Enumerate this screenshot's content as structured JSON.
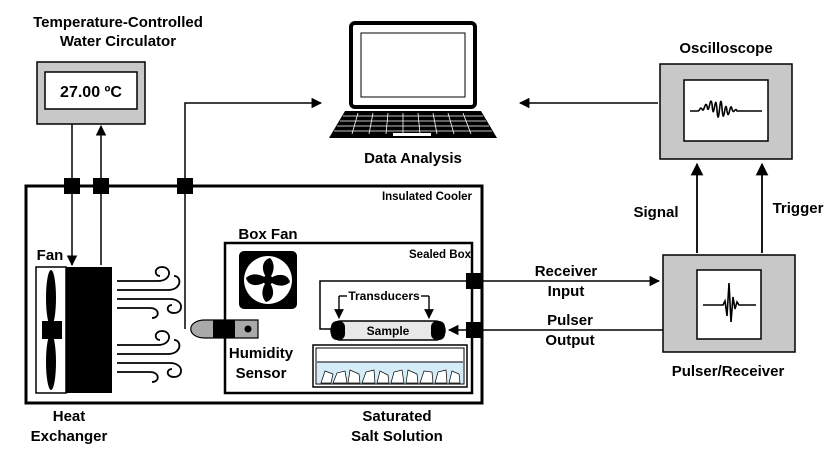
{
  "labels": {
    "circulator_title_line1": "Temperature-Controlled",
    "circulator_title_line2": "Water Circulator",
    "circulator_readout": "27.00 ºC",
    "data_analysis": "Data Analysis",
    "oscilloscope": "Oscilloscope",
    "insulated_cooler": "Insulated Cooler",
    "fan": "Fan",
    "box_fan": "Box Fan",
    "sealed_box": "Sealed Box",
    "transducers": "Transducers",
    "sample": "Sample",
    "humidity_sensor_line1": "Humidity",
    "humidity_sensor_line2": "Sensor",
    "heat_exchanger_line1": "Heat",
    "heat_exchanger_line2": "Exchanger",
    "saturated_salt_line1": "Saturated",
    "saturated_salt_line2": "Salt Solution",
    "receiver_input_line1": "Receiver",
    "receiver_input_line2": "Input",
    "pulser_output_line1": "Pulser",
    "pulser_output_line2": "Output",
    "signal": "Signal",
    "trigger": "Trigger",
    "pulser_receiver": "Pulser/Receiver"
  },
  "colors": {
    "device_gray": "#c8c8c8",
    "water_blue": "#d4ecf7",
    "black": "#000000",
    "white": "#ffffff"
  }
}
